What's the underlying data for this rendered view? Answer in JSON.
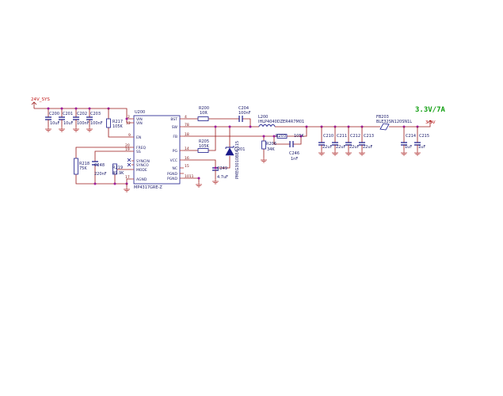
{
  "power": {
    "input": "24V_SYS",
    "output": "3.3V",
    "banner": "3.3V/7A"
  },
  "ic": {
    "ref": "U200",
    "part": "MP4317GRE-Z",
    "left_pins": [
      {
        "num": "2",
        "name": "VIN"
      },
      {
        "num": "12",
        "name": "VIN"
      },
      {
        "num": "9",
        "name": "EN"
      },
      {
        "num": "20",
        "name": "FREQ"
      },
      {
        "num": "19",
        "name": "SS"
      },
      {
        "num": "",
        "name": "SYNCIN"
      },
      {
        "num": "",
        "name": "SYNCO"
      },
      {
        "num": "",
        "name": "MODE"
      },
      {
        "num": "17",
        "name": "AGND"
      }
    ],
    "right_pins": [
      {
        "num": "4",
        "name": "BST"
      },
      {
        "num": "78",
        "name": "SW"
      },
      {
        "num": "18",
        "name": "FB"
      },
      {
        "num": "14",
        "name": "PG"
      },
      {
        "num": "16",
        "name": "VCC"
      },
      {
        "num": "15",
        "name": "NC"
      },
      {
        "num": "",
        "name": "PGND"
      },
      {
        "num": "1011",
        "name": "PGND"
      }
    ]
  },
  "input_caps": [
    {
      "ref": "C200",
      "value": "10uF"
    },
    {
      "ref": "C201",
      "value": "10uF"
    },
    {
      "ref": "C202",
      "value": "100nF"
    },
    {
      "ref": "C203",
      "value": "100nF"
    }
  ],
  "resistors": {
    "r217": {
      "ref": "R217",
      "value": "105K"
    },
    "r200": {
      "ref": "R200",
      "value": "10R"
    },
    "r205": {
      "ref": "R205",
      "value": "105K"
    },
    "r218": {
      "ref": "R218",
      "value": "75K"
    },
    "r219": {
      "ref": "R219",
      "value": "49.9K"
    },
    "r206": {
      "ref": "R206",
      "value": "34K"
    },
    "r203": {
      "ref": "R203",
      "value": "105K"
    }
  },
  "caps": {
    "c204": {
      "ref": "C204",
      "value": "100nF"
    },
    "c248": {
      "ref": "C248",
      "value": "220nF"
    },
    "c249": {
      "ref": "C249",
      "value": "4.7uF"
    },
    "c246": {
      "ref": "C246",
      "value": "1nF"
    }
  },
  "inductor": {
    "ref": "L200",
    "part": "IHLP4040DZER4R7M01"
  },
  "diode": {
    "ref": "D201",
    "part": "PMEG3010BEA,115"
  },
  "ferrite": {
    "ref": "FB203",
    "part": "BLE32SN120SN1L"
  },
  "output_caps": [
    {
      "ref": "C210",
      "value": "22uF"
    },
    {
      "ref": "C211",
      "value": "22uF"
    },
    {
      "ref": "C212",
      "value": "22uF"
    },
    {
      "ref": "C213",
      "value": "22uF"
    }
  ],
  "post_caps": [
    {
      "ref": "C214",
      "value": "1uF"
    },
    {
      "ref": "C215",
      "value": "1uF"
    }
  ]
}
